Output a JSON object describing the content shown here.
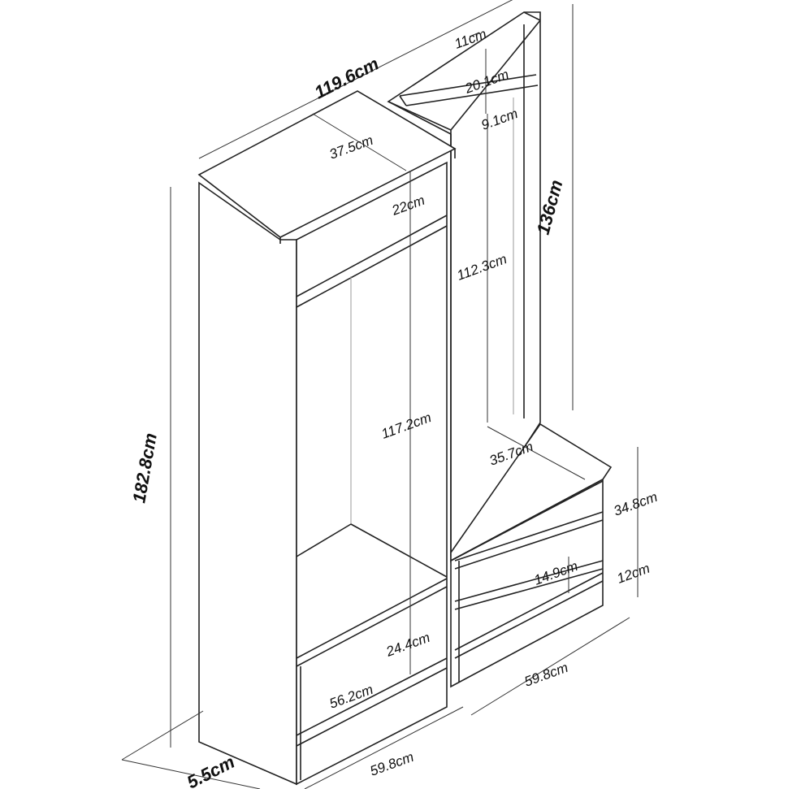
{
  "dimensions": {
    "total_width": "119.6cm",
    "total_height": "182.8cm",
    "depth": "5.5cm",
    "tall_top_depth": "37.5cm",
    "tall_top_shelf": "22cm",
    "tall_hanging": "117.2cm",
    "tall_lower_shelf": "24.4cm",
    "tall_inner_width": "56.2cm",
    "tall_width": "59.8cm",
    "rack_top": "11cm",
    "rack_shelf": "20.1cm",
    "rack_shelf_depth": "9.1cm",
    "rack_height": "136cm",
    "rack_hanging": "112.3cm",
    "bench_depth": "35.7cm",
    "bench_height": "34.8cm",
    "bench_drawer": "12cm",
    "bench_inner": "14.9cm",
    "bench_width": "59.8cm"
  }
}
